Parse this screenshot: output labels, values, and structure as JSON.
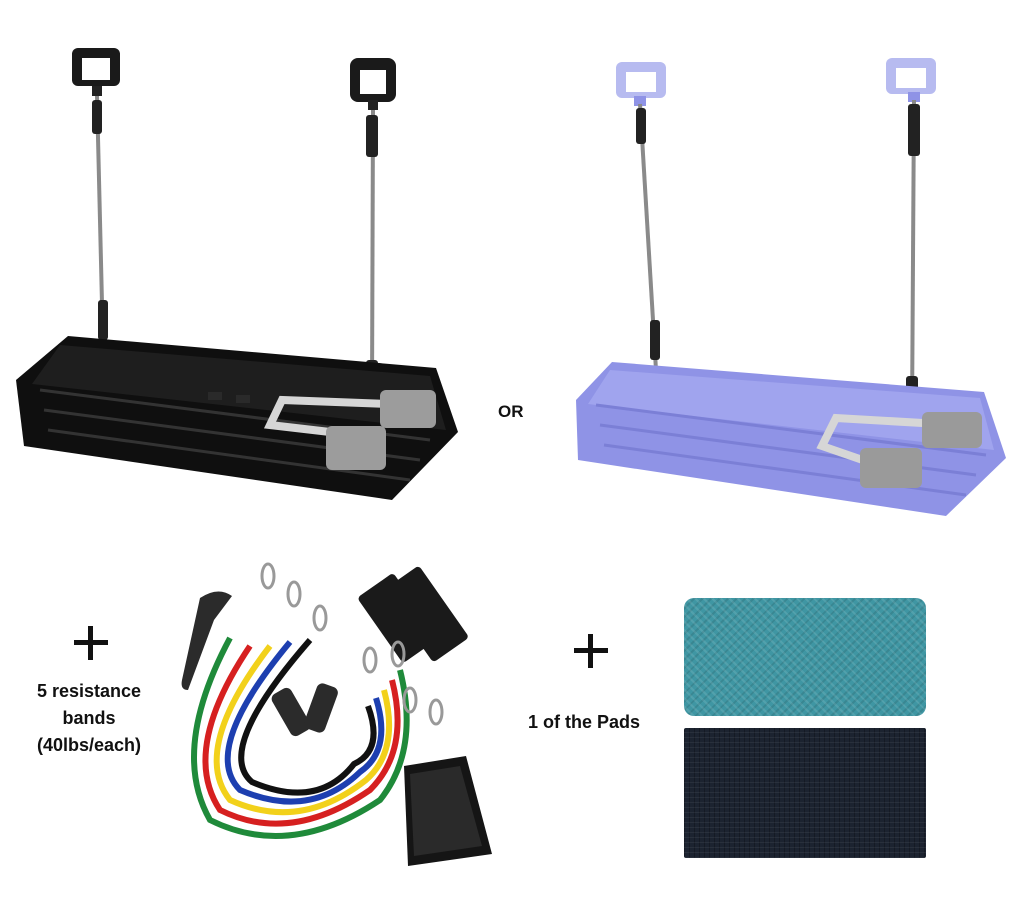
{
  "or_label": "OR",
  "bands_label_lines": [
    "5 resistance",
    "bands",
    "(40lbs/each)"
  ],
  "pads_label": "1 of the Pads",
  "colors": {
    "black_board": "#111111",
    "purple_board": "#8f93e6",
    "blue_pad": "#3f96a3",
    "black_pad": "#1c2330",
    "band_colors": [
      "#1f8a3a",
      "#d62020",
      "#f2d11b",
      "#1d3fb0",
      "#111111"
    ]
  }
}
